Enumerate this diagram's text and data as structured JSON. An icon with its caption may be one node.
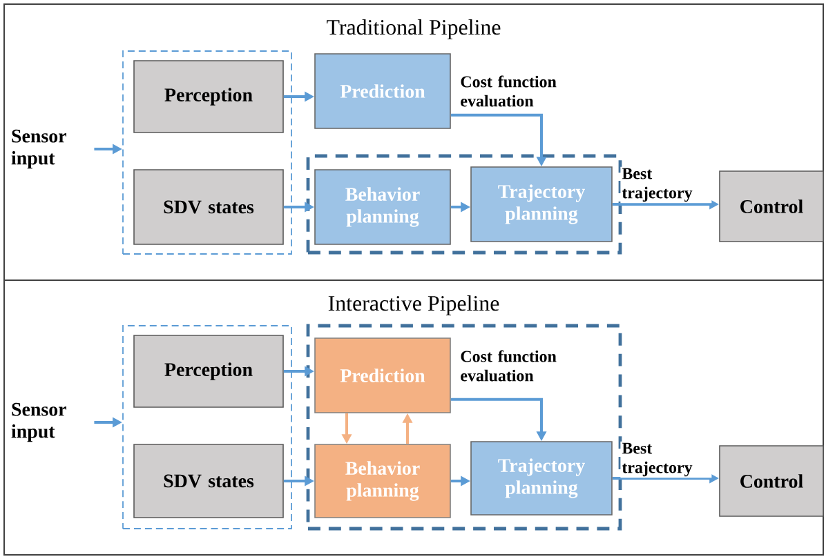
{
  "diagram": {
    "nodes": [
      {
        "text": [
          "Traditional Pipeline"
        ]
      },
      {
        "text": [
          "Sensor input"
        ],
        "in": 0
      },
      {
        "text": [],
        "shape": "box",
        "in": 0
      },
      {
        "text": [
          "Perception"
        ],
        "in": 2
      },
      {
        "text": [
          "SDV states"
        ],
        "in": 2
      },
      {
        "text": [
          "Prediction"
        ],
        "in": 0
      },
      {
        "text": [],
        "shape": "box",
        "in": 0
      },
      {
        "text": [
          "Behavior planning"
        ],
        "in": 6
      },
      {
        "text": [
          "Trajectory planning"
        ],
        "in": 6
      },
      {
        "text": [
          "Control"
        ],
        "in": 0
      },
      {
        "text": [
          "Interactive Pipeline"
        ]
      },
      {
        "text": [
          "Sensor input"
        ],
        "in": 10
      },
      {
        "text": [],
        "shape": "box",
        "in": 10
      },
      {
        "text": [
          "Perception"
        ],
        "in": 12
      },
      {
        "text": [
          "SDV states"
        ],
        "in": 12
      },
      {
        "text": [],
        "shape": "box",
        "in": 10
      },
      {
        "text": [
          "Prediction"
        ],
        "in": 15
      },
      {
        "text": [
          "Behavior planning"
        ],
        "in": 15
      },
      {
        "text": [
          "Trajectory planning"
        ],
        "in": 15
      },
      {
        "text": [
          "Control"
        ],
        "in": 10
      }
    ],
    "edges": [
      {
        "from": 1,
        "to": 2,
        "arrow": "to"
      },
      {
        "from": 3,
        "to": 5,
        "arrow": "to"
      },
      {
        "from": 4,
        "to": 7,
        "arrow": "to"
      },
      {
        "from": 5,
        "to": 8,
        "arrow": "to",
        "label": "Cost function evaluation"
      },
      {
        "from": 7,
        "to": 8,
        "arrow": "to"
      },
      {
        "from": 8,
        "to": 9,
        "arrow": "to",
        "label": "Best trajectory"
      },
      {
        "from": 11,
        "to": 12,
        "arrow": "to"
      },
      {
        "from": 13,
        "to": 16,
        "arrow": "to"
      },
      {
        "from": 14,
        "to": 17,
        "arrow": "to"
      },
      {
        "from": 16,
        "to": 17,
        "arrow": "to",
        "color": "#f4b183"
      },
      {
        "from": 17,
        "to": 16,
        "arrow": "to",
        "color": "#f4b183"
      },
      {
        "from": 16,
        "to": 18,
        "arrow": "to",
        "label": "Cost function evaluation"
      },
      {
        "from": 17,
        "to": 18,
        "arrow": "to"
      },
      {
        "from": 18,
        "to": 19,
        "arrow": "to",
        "label": "Best trajectory"
      }
    ]
  }
}
